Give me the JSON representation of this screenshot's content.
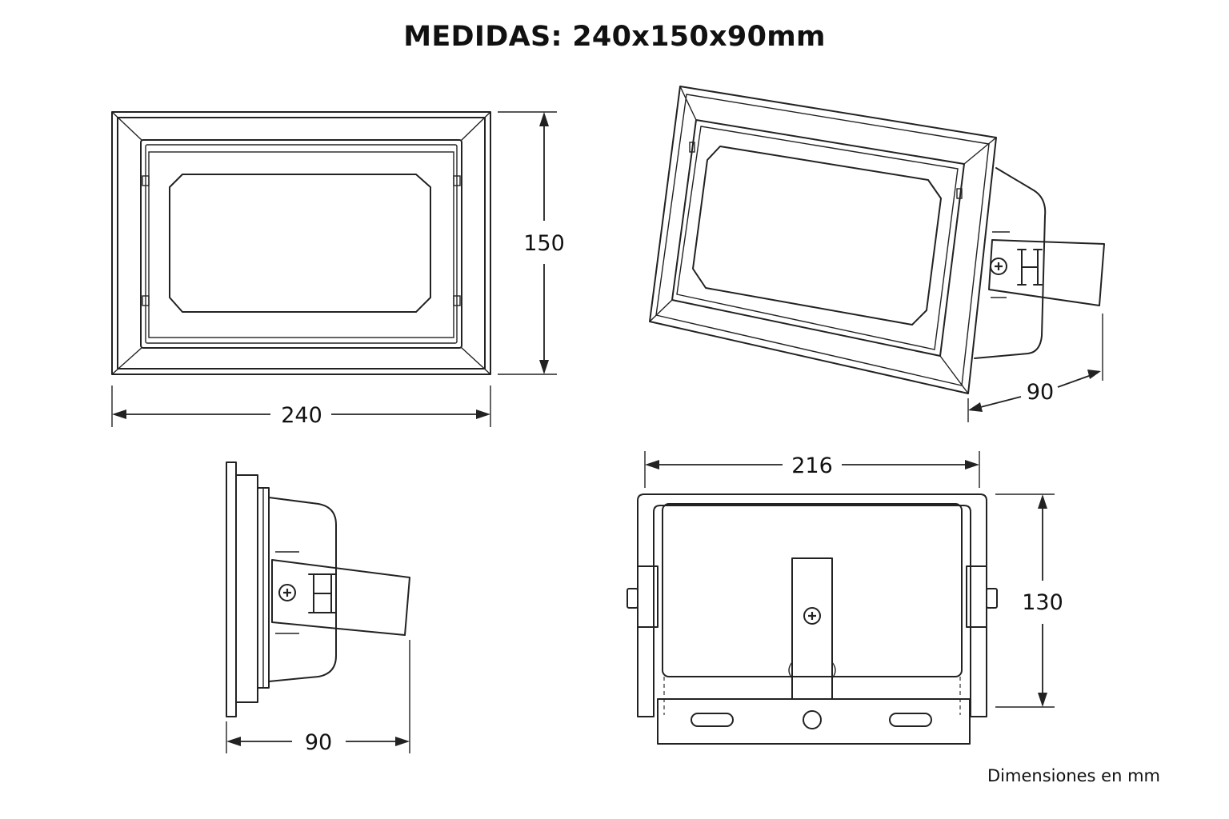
{
  "title": "MEDIDAS: 240x150x90mm",
  "note": "Dimensiones en mm",
  "dimensions": {
    "front_width": "240",
    "front_height": "150",
    "perspective_depth": "90",
    "side_depth": "90",
    "bracket_width": "216",
    "bracket_height": "130"
  }
}
